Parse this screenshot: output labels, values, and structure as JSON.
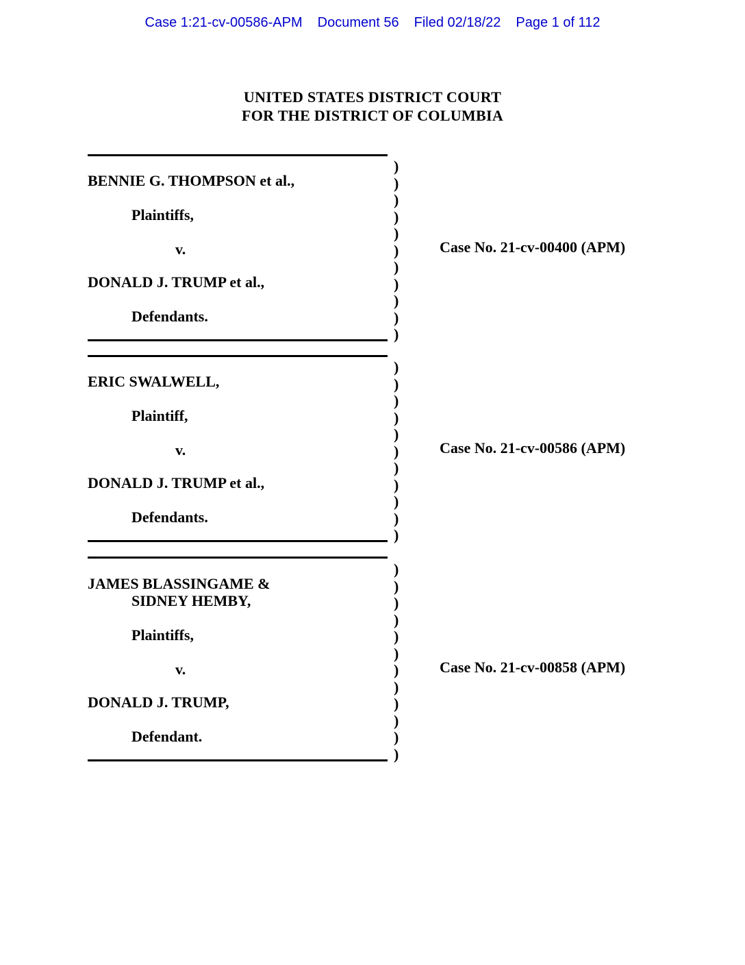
{
  "header": {
    "case_ref": "Case 1:21-cv-00586-APM",
    "document": "Document 56",
    "filed": "Filed 02/18/22",
    "page": "Page 1 of 112"
  },
  "court": {
    "line1": "UNITED STATES DISTRICT COURT",
    "line2": "FOR THE DISTRICT OF COLUMBIA"
  },
  "caption": {
    "paren_char": ")"
  },
  "cases": [
    {
      "plaintiff_lines": [
        "BENNIE G. THOMPSON et al.,"
      ],
      "plaintiff_role": "Plaintiffs,",
      "versus": "v.",
      "defendant_lines": [
        "DONALD J. TRUMP et al.,"
      ],
      "defendant_role": "Defendants.",
      "case_number": "Case No. 21-cv-00400 (APM)",
      "paren_count": 11
    },
    {
      "plaintiff_lines": [
        "ERIC SWALWELL,"
      ],
      "plaintiff_role": "Plaintiff,",
      "versus": "v.",
      "defendant_lines": [
        "DONALD J. TRUMP et al.,"
      ],
      "defendant_role": "Defendants.",
      "case_number": "Case No. 21-cv-00586 (APM)",
      "paren_count": 11
    },
    {
      "plaintiff_lines": [
        "JAMES BLASSINGAME &",
        "SIDNEY HEMBY,"
      ],
      "plaintiff_role": "Plaintiffs,",
      "versus": "v.",
      "defendant_lines": [
        "DONALD J. TRUMP,"
      ],
      "defendant_role": "Defendant.",
      "case_number": "Case No. 21-cv-00858 (APM)",
      "paren_count": 12
    }
  ],
  "colors": {
    "header_blue": "#0000CC",
    "text_black": "#000000"
  }
}
